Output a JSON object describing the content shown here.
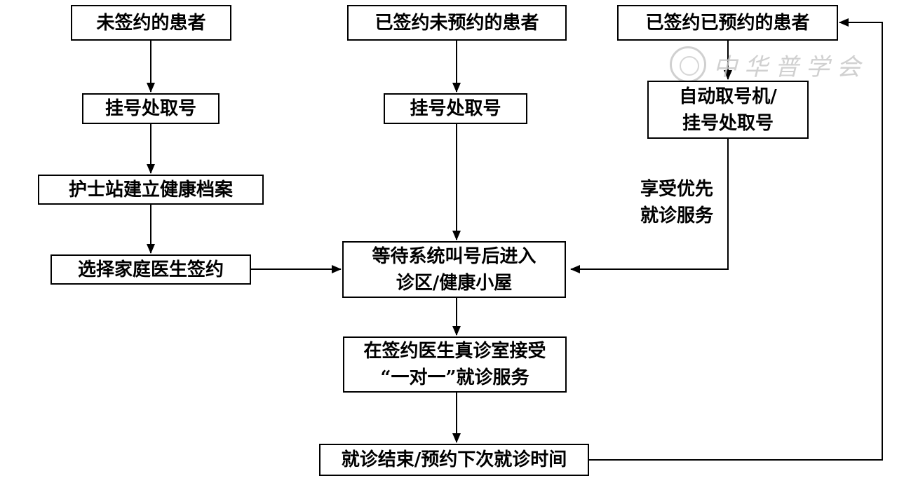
{
  "nodes": {
    "unsigned": "未签约的患者",
    "signed_not_booked": "已签约未预约的患者",
    "signed_booked": "已签约已预约的患者",
    "reg_left": "挂号处取号",
    "reg_mid": "挂号处取号",
    "auto_reg_line1": "自动取号机/",
    "auto_reg_line2": "挂号处取号",
    "nurse_record": "护士站建立健康档案",
    "choose_doctor": "选择家庭医生签约",
    "wait_line1": "等待系统叫号后进入",
    "wait_line2": "诊区/健康小屋",
    "consult_line1": "在签约医生真诊室接受",
    "consult_line2": "“一对一”就诊服务",
    "end": "就诊结束/预约下次就诊时间"
  },
  "edge_labels": {
    "priority_line1": "享受优先",
    "priority_line2": "就诊服务"
  },
  "watermark": {
    "text": "中华普学会"
  },
  "colors": {
    "line": "#000000",
    "background": "#ffffff",
    "watermark": "#c8c8c8"
  }
}
